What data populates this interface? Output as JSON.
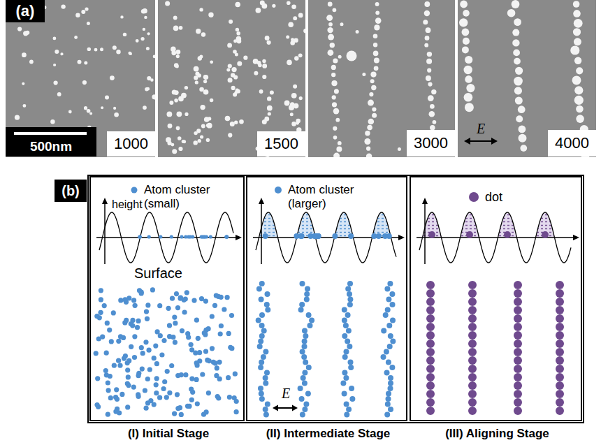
{
  "diagram": {
    "nodes": [
      {
        "text": [
          "(a)"
        ]
      },
      {
        "text": [
          "500nm"
        ]
      },
      {
        "text": [
          "1000"
        ]
      },
      {
        "text": [
          "1500"
        ]
      },
      {
        "text": [
          "3000"
        ]
      },
      {
        "text": [
          "4000"
        ]
      },
      {
        "text": [
          "(b)"
        ]
      },
      {
        "text": [
          "height",
          "Atom cluster (small)",
          "Surface",
          "(I) Initial Stage"
        ]
      },
      {
        "text": [
          "Atom cluster (larger)",
          "E",
          "(II) Intermediate Stage"
        ]
      },
      {
        "text": [
          "dot",
          "(III) Aligning Stage"
        ]
      }
    ],
    "labels": [
      "E"
    ]
  }
}
